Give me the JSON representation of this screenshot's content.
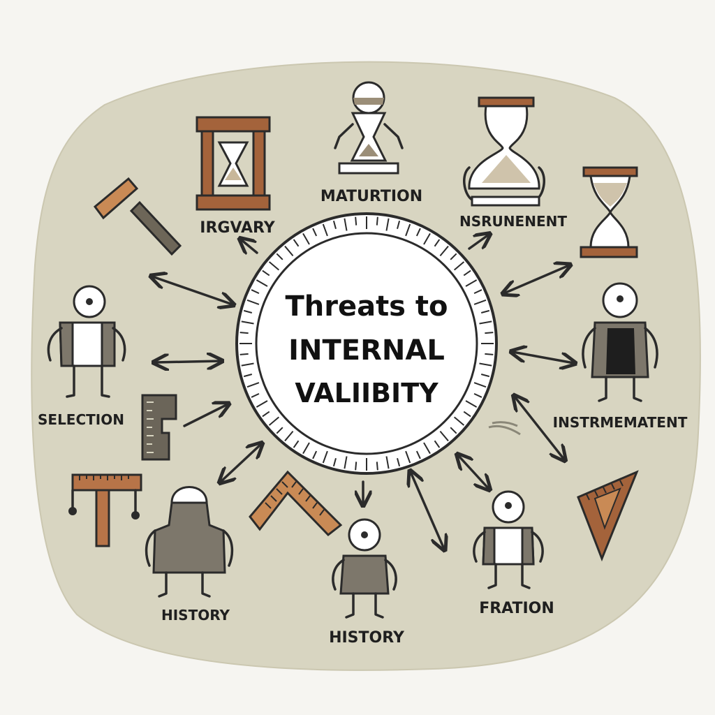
{
  "center": {
    "line1": "Threats to",
    "line2": "INTERNAL",
    "line3": "VALIIBITY"
  },
  "labels": {
    "irgvary": "IRGVARY",
    "maturtion": "MATURTION",
    "nsrunenent": "NSRUNENENT",
    "selection": "SELECTION",
    "instrmematent": "INSTRMEMATENT",
    "history_left": "HISTORY",
    "history_bottom": "HISTORY",
    "fration": "FRATION"
  },
  "icons": [
    "framed-hourglass-icon",
    "figure-hourglass-icon",
    "tall-hourglass-icon",
    "small-hourglass-icon",
    "hammer-icon",
    "stick-figure-icon",
    "ruler-block-icon",
    "t-square-icon",
    "zigzag-ruler-icon",
    "triangle-ruler-icon"
  ],
  "colors": {
    "blob": "#d8d5c1",
    "ink": "#2b2b2b",
    "wood": "#a4633b",
    "wood_light": "#c98a55",
    "figure_grey": "#7d776b",
    "figure_dark": "#1e1e1e"
  }
}
